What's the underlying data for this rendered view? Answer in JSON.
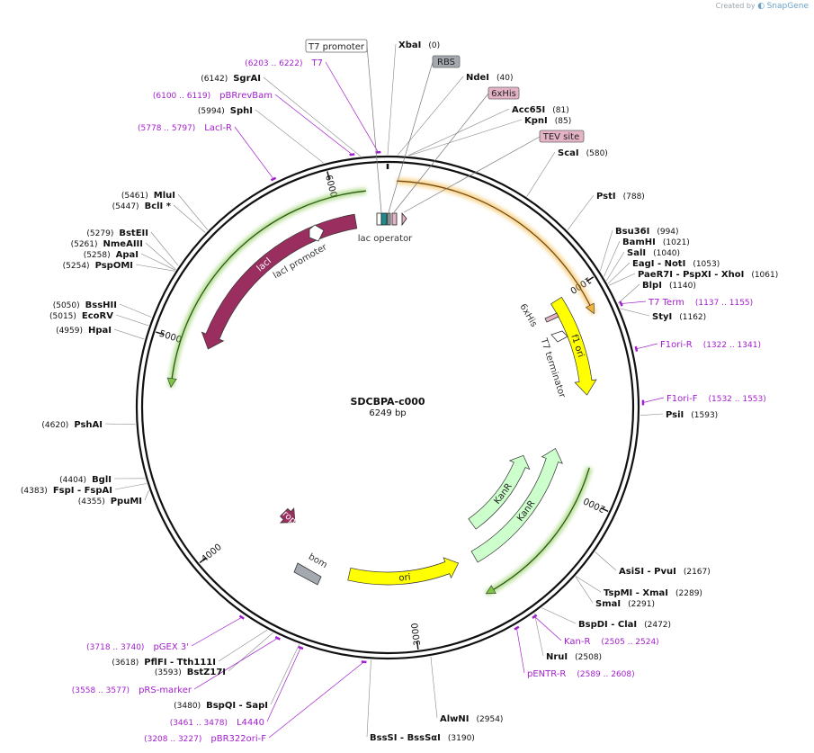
{
  "credit": {
    "text": "Created by",
    "brand": "SnapGene"
  },
  "plasmid": {
    "name": "SDCBPA-c000",
    "length": "6249 bp"
  },
  "tick_labels": [
    {
      "bp": 0,
      "label": ""
    },
    {
      "bp": 1000,
      "label": "1000"
    },
    {
      "bp": 2000,
      "label": "2000"
    },
    {
      "bp": 3000,
      "label": "3000"
    },
    {
      "bp": 4000,
      "label": "4000"
    },
    {
      "bp": 5000,
      "label": "5000"
    },
    {
      "bp": 6000,
      "label": "6000"
    }
  ],
  "colors": {
    "purple": "#a21fcc",
    "orange": "#f2b233",
    "green": "#7ec544",
    "maroon": "#9a2f5f",
    "yellow": "#ffff00",
    "mint": "#ccffcc",
    "gray": "#a4a9b0",
    "pink": "#e5b3c6",
    "black": "#111111"
  },
  "feature_arrows": [
    {
      "id": "his-cds",
      "name": "",
      "start": 40,
      "end": 1137,
      "strand": 1,
      "color": "#f2b233",
      "style": "thin-glow"
    },
    {
      "id": "laci",
      "name": "lacI",
      "start": 5000,
      "end": 6080,
      "strand": -1,
      "color": "#9a2f5f",
      "style": "thick"
    },
    {
      "id": "green-left",
      "name": "",
      "start": 4780,
      "end": 6150,
      "strand": -1,
      "color": "#7ec544",
      "style": "thin-glow"
    },
    {
      "id": "green-right",
      "name": "",
      "start": 1850,
      "end": 2640,
      "strand": 1,
      "color": "#7ec544",
      "style": "thin-glow"
    },
    {
      "id": "f1ori",
      "name": "f1 ori",
      "start": 1000,
      "end": 1500,
      "strand": 1,
      "color": "#ffff00",
      "style": "thick"
    },
    {
      "id": "kanr-outer",
      "name": "KanR",
      "start": 1800,
      "end": 2600,
      "strand": -1,
      "color": "#ccffcc",
      "style": "thick"
    },
    {
      "id": "kanr-inner",
      "name": "KanR",
      "start": 1900,
      "end": 2500,
      "strand": -1,
      "color": "#ccffcc",
      "style": "thick"
    },
    {
      "id": "ori",
      "name": "ori",
      "start": 2700,
      "end": 3350,
      "strand": -1,
      "color": "#ffff00",
      "style": "thick"
    },
    {
      "id": "rop",
      "name": "rop",
      "start": 3800,
      "end": 3900,
      "strand": -1,
      "color": "#9a2f5f",
      "style": "thick"
    }
  ],
  "inner_labels": [
    {
      "id": "lac-operator",
      "text": "lac operator"
    },
    {
      "id": "laci-promoter",
      "text": "lacI promoter"
    },
    {
      "id": "t7-terminator",
      "text": "T7 terminator"
    },
    {
      "id": "6xhis-inner",
      "text": "6xHis"
    },
    {
      "id": "bom",
      "text": "bom"
    }
  ],
  "boxed_labels": [
    {
      "id": "t7-promoter",
      "text": "T7 promoter",
      "style": "white"
    },
    {
      "id": "rbs",
      "text": "RBS",
      "style": "gray"
    },
    {
      "id": "6xhis",
      "text": "6xHis",
      "style": "pink"
    },
    {
      "id": "tev-site",
      "text": "TEV site",
      "style": "pink"
    }
  ],
  "site_labels": [
    {
      "id": "xbai",
      "name": "XbaI",
      "pos": "(0)",
      "bp": 0,
      "side": "r"
    },
    {
      "id": "ndei",
      "name": "NdeI",
      "pos": "(40)",
      "bp": 40,
      "side": "r"
    },
    {
      "id": "acc65i",
      "name": "Acc65I",
      "pos": "(81)",
      "bp": 81,
      "side": "r"
    },
    {
      "id": "kpni",
      "name": "KpnI",
      "pos": "(85)",
      "bp": 85,
      "side": "r"
    },
    {
      "id": "scai",
      "name": "ScaI",
      "pos": "(580)",
      "bp": 580,
      "side": "r"
    },
    {
      "id": "psti",
      "name": "PstI",
      "pos": "(788)",
      "bp": 788,
      "side": "r"
    },
    {
      "id": "bsu36i",
      "name": "Bsu36I",
      "pos": "(994)",
      "bp": 994,
      "side": "r"
    },
    {
      "id": "bamhi",
      "name": "BamHI",
      "pos": "(1021)",
      "bp": 1021,
      "side": "r"
    },
    {
      "id": "sali",
      "name": "SalI",
      "pos": "(1040)",
      "bp": 1040,
      "side": "r"
    },
    {
      "id": "eagi",
      "name": "EagI - NotI",
      "pos": "(1053)",
      "bp": 1053,
      "side": "r"
    },
    {
      "id": "paer7i",
      "name": "PaeR7I - PspXI - XhoI",
      "pos": "(1061)",
      "bp": 1061,
      "side": "r"
    },
    {
      "id": "blpi",
      "name": "BlpI",
      "pos": "(1140)",
      "bp": 1140,
      "side": "r"
    },
    {
      "id": "styi",
      "name": "StyI",
      "pos": "(1162)",
      "bp": 1162,
      "side": "r"
    },
    {
      "id": "psii",
      "name": "PsiI",
      "pos": "(1593)",
      "bp": 1593,
      "side": "r"
    },
    {
      "id": "asisi",
      "name": "AsiSI - PvuI",
      "pos": "(2167)",
      "bp": 2167,
      "side": "r"
    },
    {
      "id": "tspmi",
      "name": "TspMI - XmaI",
      "pos": "(2289)",
      "bp": 2289,
      "side": "r"
    },
    {
      "id": "smai",
      "name": "SmaI",
      "pos": "(2291)",
      "bp": 2291,
      "side": "r"
    },
    {
      "id": "bspdi",
      "name": "BspDI - ClaI",
      "pos": "(2472)",
      "bp": 2472,
      "side": "r"
    },
    {
      "id": "krui",
      "name": "NruI",
      "pos": "(2508)",
      "bp": 2508,
      "side": "r"
    },
    {
      "id": "alwni",
      "name": "AlwNI",
      "pos": "(2954)",
      "bp": 2954,
      "side": "r"
    },
    {
      "id": "bsssi",
      "name": "BssSI - BssSαI",
      "pos": "(3190)",
      "bp": 3190,
      "side": "r"
    },
    {
      "id": "bspqi",
      "name": "BspQI - SapI",
      "pos": "(3480)",
      "bp": 3480,
      "side": "l"
    },
    {
      "id": "bstz17i",
      "name": "BstZ17I",
      "pos": "(3593)",
      "bp": 3593,
      "side": "l"
    },
    {
      "id": "pflfi",
      "name": "PflFI - Tth111I",
      "pos": "(3618)",
      "bp": 3618,
      "side": "l"
    },
    {
      "id": "ppumi",
      "name": "PpuMI",
      "pos": "(4355)",
      "bp": 4355,
      "side": "l"
    },
    {
      "id": "fspi",
      "name": "FspI - FspAI",
      "pos": "(4383)",
      "bp": 4383,
      "side": "l"
    },
    {
      "id": "bgli",
      "name": "BglI",
      "pos": "(4404)",
      "bp": 4404,
      "side": "l"
    },
    {
      "id": "pshai",
      "name": "PshAI",
      "pos": "(4620)",
      "bp": 4620,
      "side": "l"
    },
    {
      "id": "hpai",
      "name": "HpaI",
      "pos": "(4959)",
      "bp": 4959,
      "side": "l"
    },
    {
      "id": "ecorv",
      "name": "EcoRV",
      "pos": "(5015)",
      "bp": 5015,
      "side": "l"
    },
    {
      "id": "bsshii",
      "name": "BssHII",
      "pos": "(5050)",
      "bp": 5050,
      "side": "l"
    },
    {
      "id": "pspomi",
      "name": "PspOMI",
      "pos": "(5254)",
      "bp": 5254,
      "side": "l"
    },
    {
      "id": "apai",
      "name": "ApaI",
      "pos": "(5258)",
      "bp": 5258,
      "side": "l"
    },
    {
      "id": "nmeaiii",
      "name": "NmeAIII",
      "pos": "(5261)",
      "bp": 5261,
      "side": "l"
    },
    {
      "id": "bsteii",
      "name": "BstEII",
      "pos": "(5279)",
      "bp": 5279,
      "side": "l"
    },
    {
      "id": "bcli",
      "name": "BclI *",
      "pos": "(5447)",
      "bp": 5447,
      "side": "l"
    },
    {
      "id": "mlui",
      "name": "MluI",
      "pos": "(5461)",
      "bp": 5461,
      "side": "l"
    },
    {
      "id": "sphi",
      "name": "SphI",
      "pos": "(5994)",
      "bp": 5994,
      "side": "l"
    },
    {
      "id": "sgrai",
      "name": "SgrAI",
      "pos": "(6142)",
      "bp": 6142,
      "side": "l"
    }
  ],
  "primer_labels": [
    {
      "id": "t7",
      "name": "T7",
      "pos": "(6203 .. 6222)",
      "bp": 6212,
      "side": "l"
    },
    {
      "id": "pbrrevbam",
      "name": "pBRrevBam",
      "pos": "(6100 .. 6119)",
      "bp": 6110,
      "side": "l"
    },
    {
      "id": "laci-r",
      "name": "LacI-R",
      "pos": "(5778 .. 5797)",
      "bp": 5788,
      "side": "l"
    },
    {
      "id": "t7-term",
      "name": "T7 Term",
      "pos": "(1137 .. 1155)",
      "bp": 1146,
      "side": "r"
    },
    {
      "id": "f1ori-r",
      "name": "F1ori-R",
      "pos": "(1322 .. 1341)",
      "bp": 1332,
      "side": "r"
    },
    {
      "id": "f1ori-f",
      "name": "F1ori-F",
      "pos": "(1532 .. 1553)",
      "bp": 1543,
      "side": "r"
    },
    {
      "id": "kan-r",
      "name": "Kan-R",
      "pos": "(2505 .. 2524)",
      "bp": 2515,
      "side": "r"
    },
    {
      "id": "pentr-r",
      "name": "pENTR-R",
      "pos": "(2589 .. 2608)",
      "bp": 2598,
      "side": "r"
    },
    {
      "id": "pgex3",
      "name": "pGEX 3'",
      "pos": "(3718 .. 3740)",
      "bp": 3729,
      "side": "l"
    },
    {
      "id": "prs-marker",
      "name": "pRS-marker",
      "pos": "(3558 .. 3577)",
      "bp": 3567,
      "side": "l"
    },
    {
      "id": "l4440",
      "name": "L4440",
      "pos": "(3461 .. 3478)",
      "bp": 3470,
      "side": "l"
    },
    {
      "id": "pbr322ori-f",
      "name": "pBR322ori-F",
      "pos": "(3208 .. 3227)",
      "bp": 3217,
      "side": "l"
    }
  ]
}
